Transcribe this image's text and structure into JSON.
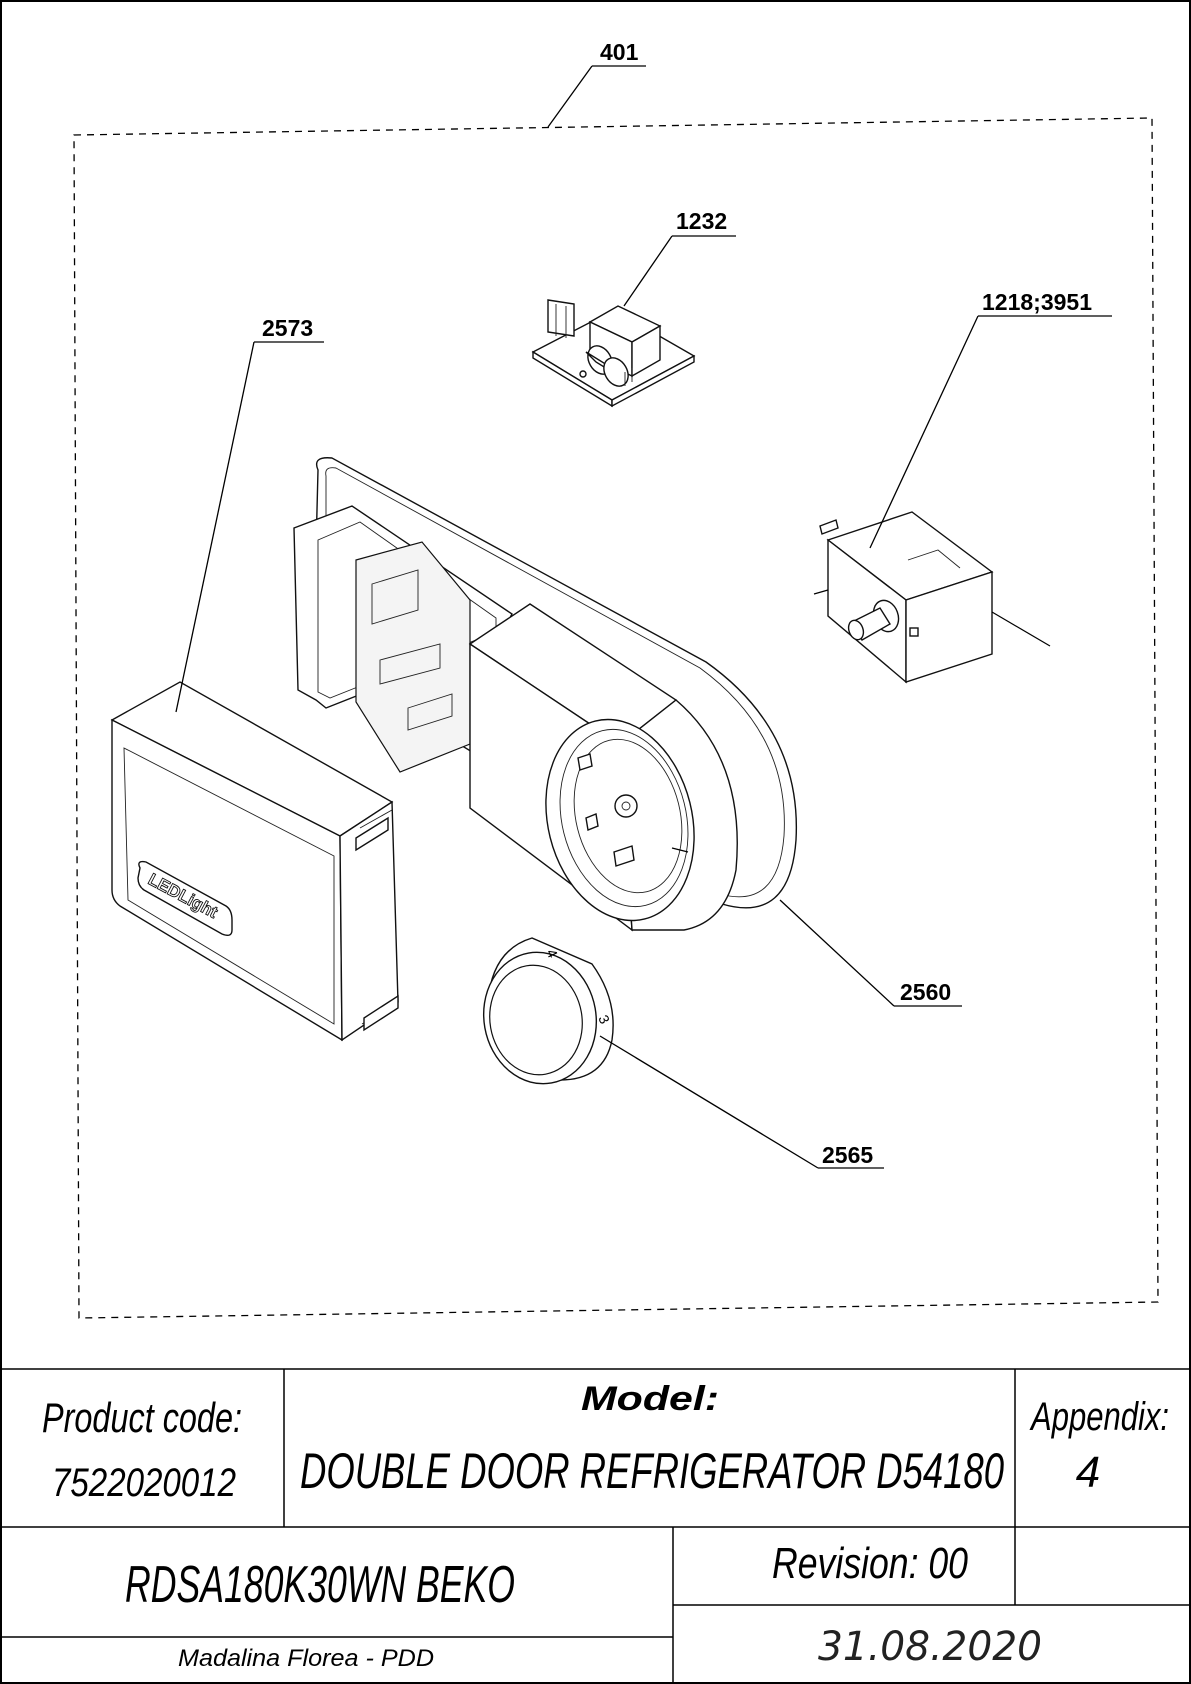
{
  "callouts": {
    "assembly": "401",
    "pcb": "1232",
    "thermostat": "1218;3951",
    "cover": "2573",
    "housing": "2560",
    "knob": "2565"
  },
  "cover_text": "LEDLight",
  "knob_marks": {
    "upper": "4",
    "lower": "3"
  },
  "title_block": {
    "product_code_label": "Product code:",
    "product_code_value": "7522020012",
    "model_label": "Model:",
    "model_value": "DOUBLE DOOR REFRIGERATOR D54180",
    "appendix_label": "Appendix:",
    "appendix_value": "4",
    "model_code": "RDSA180K30WN BEKO",
    "revision": "Revision: 00",
    "author": "Madalina Florea - PDD",
    "date": "31.08.2020"
  }
}
